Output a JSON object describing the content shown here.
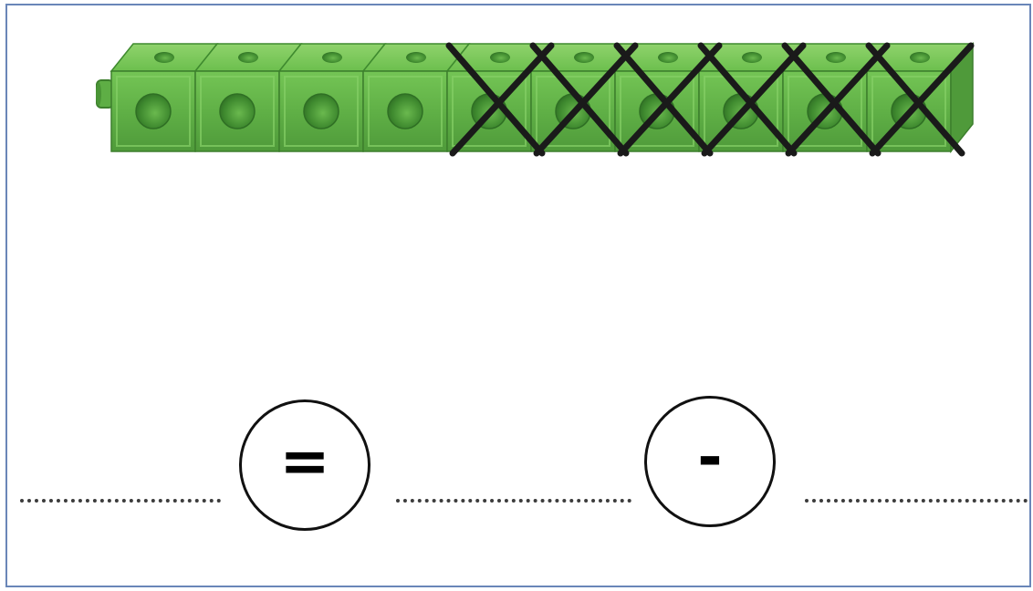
{
  "cube_train": {
    "total_cubes": 10,
    "crossed_out_cubes": 6,
    "cube_color": "#69b94b",
    "cube_icon": "linking-cube-icon",
    "cross_icon": "cross-out-x-icon"
  },
  "equation": {
    "operator_1": "=",
    "operator_2": "-",
    "blank_icon": "dotted-answer-line"
  }
}
